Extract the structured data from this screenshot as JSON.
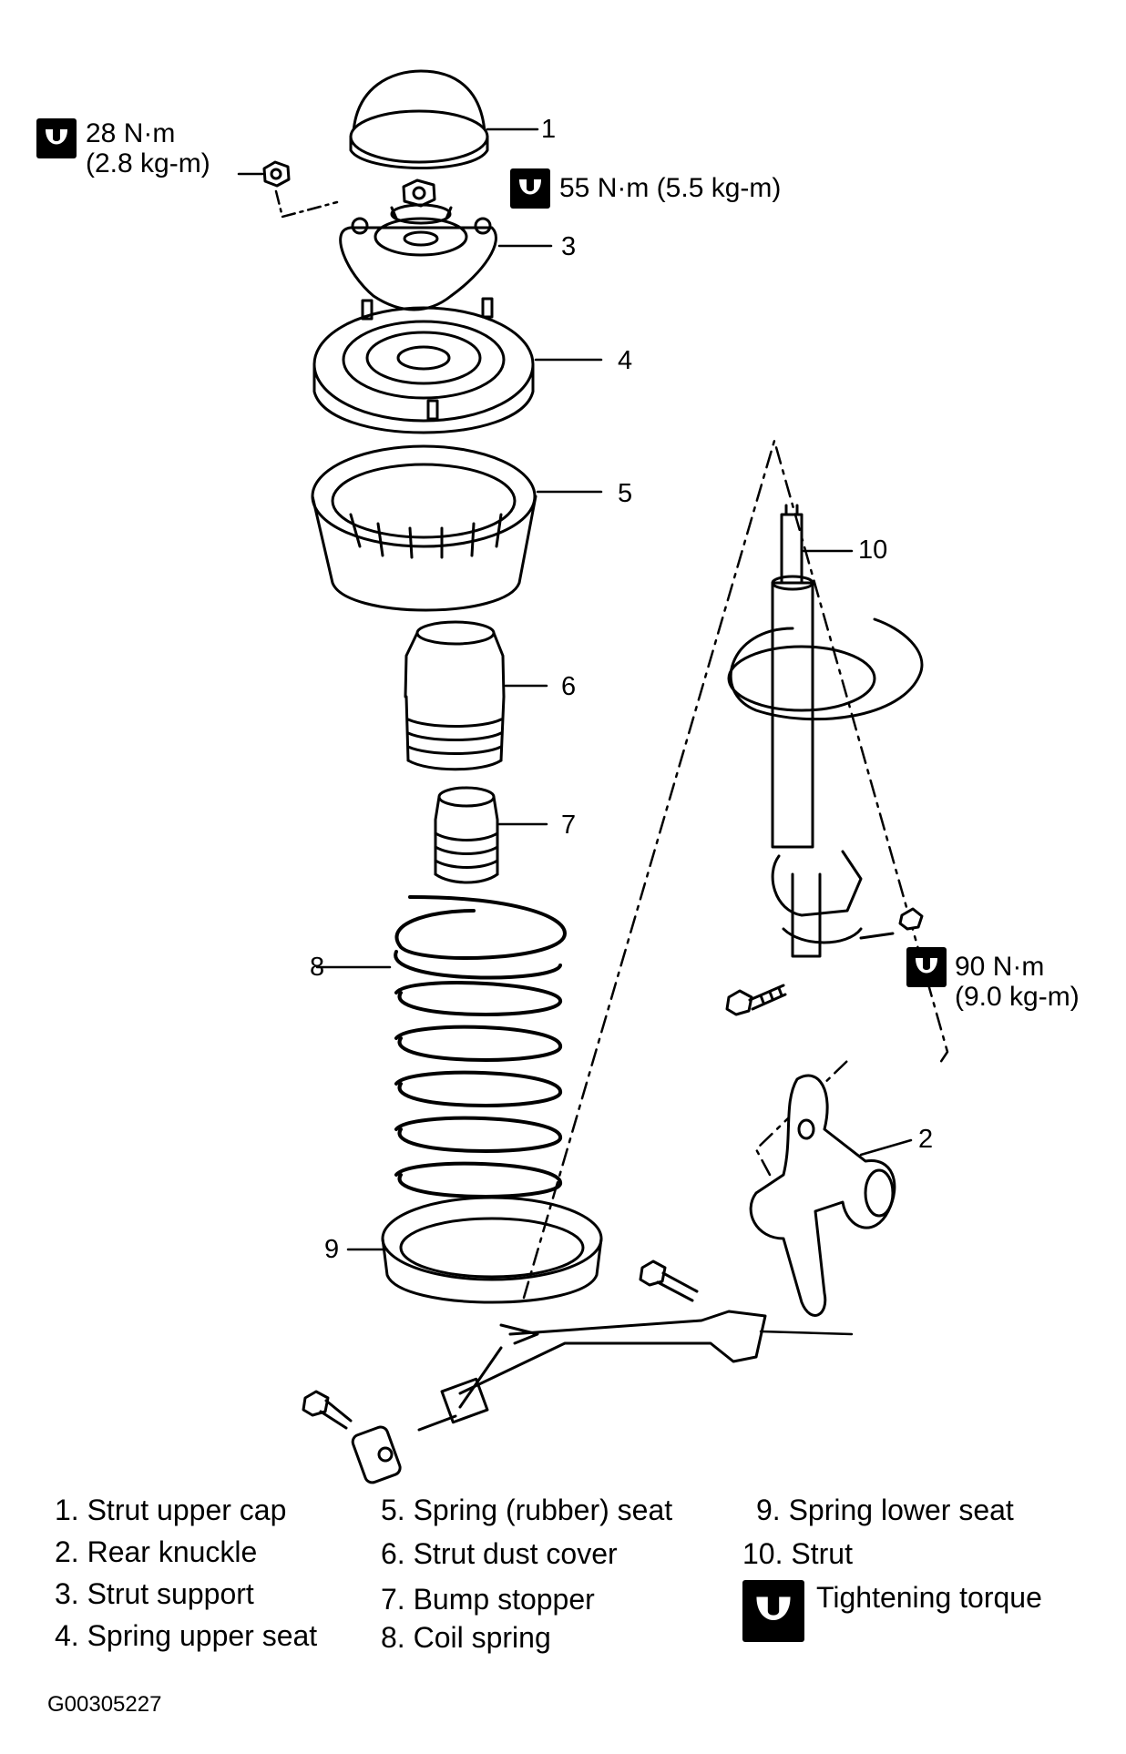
{
  "callouts": {
    "c1": "1",
    "c2": "2",
    "c3": "3",
    "c4": "4",
    "c5": "5",
    "c6": "6",
    "c7": "7",
    "c8": "8",
    "c9": "9",
    "c10": "10"
  },
  "torques": {
    "t28_line1": "28 N·m",
    "t28_line2": "(2.8 kg-m)",
    "t55": "55 N·m (5.5 kg-m)",
    "t90_line1": "90 N·m",
    "t90_line2": "(9.0 kg-m)"
  },
  "legend": {
    "items": [
      {
        "num": "1.",
        "text": "Strut upper cap"
      },
      {
        "num": "2.",
        "text": "Rear knuckle"
      },
      {
        "num": "3.",
        "text": "Strut support"
      },
      {
        "num": "4.",
        "text": "Spring upper seat"
      },
      {
        "num": "5.",
        "text": "Spring (rubber) seat"
      },
      {
        "num": "6.",
        "text": "Strut dust cover"
      },
      {
        "num": "7.",
        "text": "Bump stopper"
      },
      {
        "num": "8.",
        "text": "Coil spring"
      },
      {
        "num": "9.",
        "text": "Spring lower seat"
      },
      {
        "num": "10.",
        "text": "Strut"
      }
    ],
    "torque_symbol_text": "Tightening torque"
  },
  "figure_code": "G00305227",
  "icons": [
    "torque-wrench-icon"
  ]
}
